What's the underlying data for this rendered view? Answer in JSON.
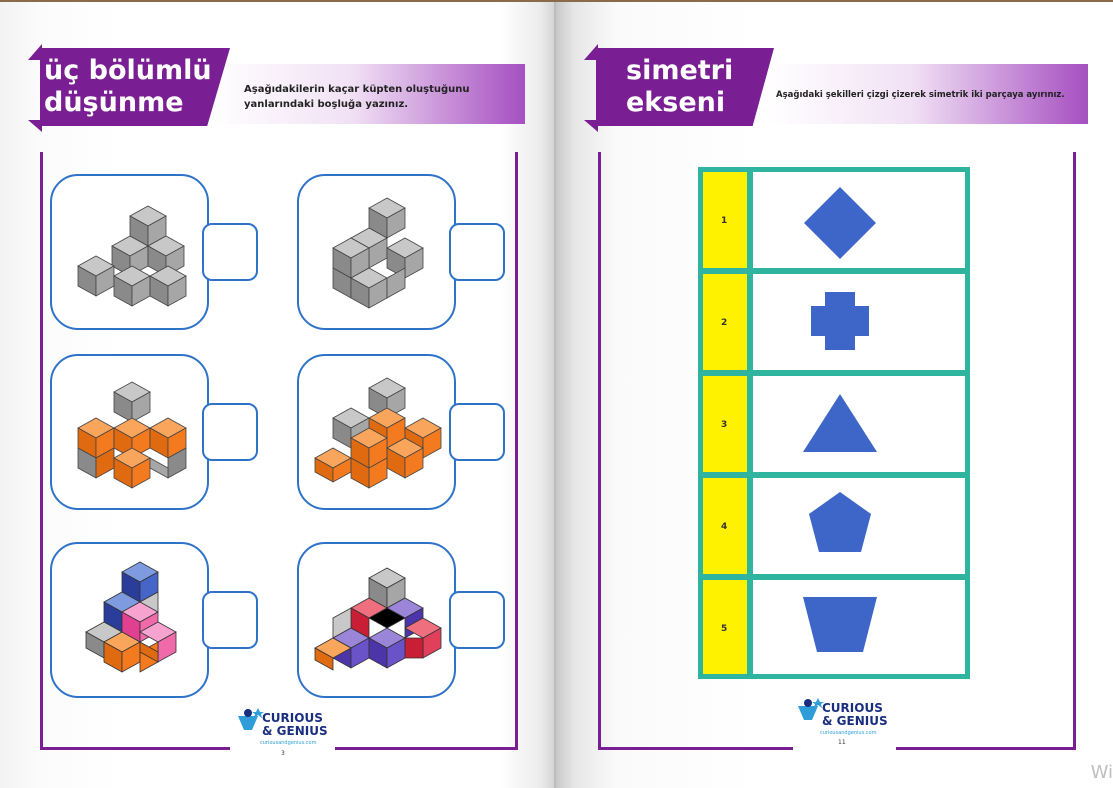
{
  "left_page": {
    "title_line1": "üç bölümlü",
    "title_line2": "düşünme",
    "instruction_line1": "Aşağıdakilerin kaçar küpten oluştuğunu",
    "instruction_line2": "yanlarındaki boşluğa yazınız.",
    "page_number": "3"
  },
  "right_page": {
    "title_line1": "simetri",
    "title_line2": "ekseni",
    "instruction": "Aşağıdaki şekilleri çizgi çizerek simetrik iki parçaya ayırınız.",
    "page_number": "11",
    "rows": [
      {
        "number": "1",
        "shape": "diamond"
      },
      {
        "number": "2",
        "shape": "cross"
      },
      {
        "number": "3",
        "shape": "triangle"
      },
      {
        "number": "4",
        "shape": "pentagon"
      },
      {
        "number": "5",
        "shape": "trapezoid"
      }
    ]
  },
  "logo": {
    "line1": "CURIOUS",
    "line2": "& GENIUS",
    "url": "curiousandgenius.com"
  },
  "corner_text": "Wi",
  "colors": {
    "purple": "#7a1f93",
    "blue_outline": "#2f73c8",
    "teal": "#2fb59f",
    "yellow": "#fff200",
    "shape_blue": "#3d66c8",
    "cube_gray": "#9e9e9e",
    "cube_orange": "#f47a20"
  }
}
